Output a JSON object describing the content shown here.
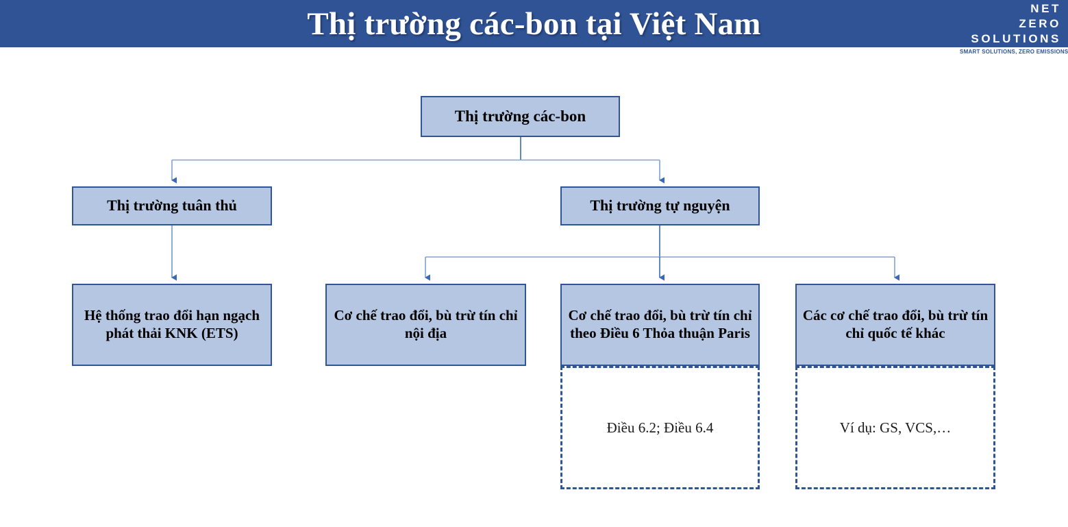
{
  "header": {
    "title": "Thị trường các-bon tại Việt Nam",
    "banner_color": "#2f5394",
    "logo": {
      "line1": "NET",
      "line2": "ZERO",
      "line3": "SOLUTIONS",
      "tagline": "SMART SOLUTIONS, ZERO EMISSIONS"
    }
  },
  "diagram": {
    "node_fill": "#b4c6e2",
    "node_border": "#2f5597",
    "connector_color": "#3a6ab5",
    "root": {
      "label": "Thị trường các-bon"
    },
    "level2": [
      {
        "label": "Thị trường tuân thủ"
      },
      {
        "label": "Thị trường tự nguyện"
      }
    ],
    "leaves": [
      {
        "label": "Hệ thống trao đổi hạn ngạch phát thải KNK (ETS)"
      },
      {
        "label": "Cơ chế trao đổi, bù trừ tín chỉ nội địa"
      },
      {
        "label": "Cơ chế trao đổi, bù trừ tín chỉ theo Điều 6 Thỏa thuận Paris"
      },
      {
        "label": "Các cơ chế trao đổi, bù trừ tín chỉ quốc tế khác"
      }
    ],
    "notes": [
      {
        "label": "Điều 6.2; Điều 6.4"
      },
      {
        "label": "Ví dụ: GS, VCS,…"
      }
    ]
  }
}
